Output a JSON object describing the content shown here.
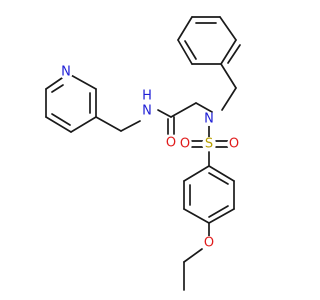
{
  "colors": {
    "carbon": "#1a1a1a",
    "nitrogen": "#1f1fd6",
    "oxygen": "#e01b1b",
    "sulfur": "#b8a000",
    "hydrogen": "#1f1fd6"
  },
  "atoms": {
    "n_pyridine": {
      "label": "N"
    },
    "n_amide": {
      "label": "N"
    },
    "h_amide": {
      "label": "H"
    },
    "o_carbonyl": {
      "label": "O"
    },
    "n_sulfonamide": {
      "label": "N"
    },
    "s_sulfonyl": {
      "label": "S"
    },
    "o_sulfonyl_left": {
      "label": "O"
    },
    "o_sulfonyl_right": {
      "label": "O"
    },
    "o_ether": {
      "label": "O"
    }
  }
}
